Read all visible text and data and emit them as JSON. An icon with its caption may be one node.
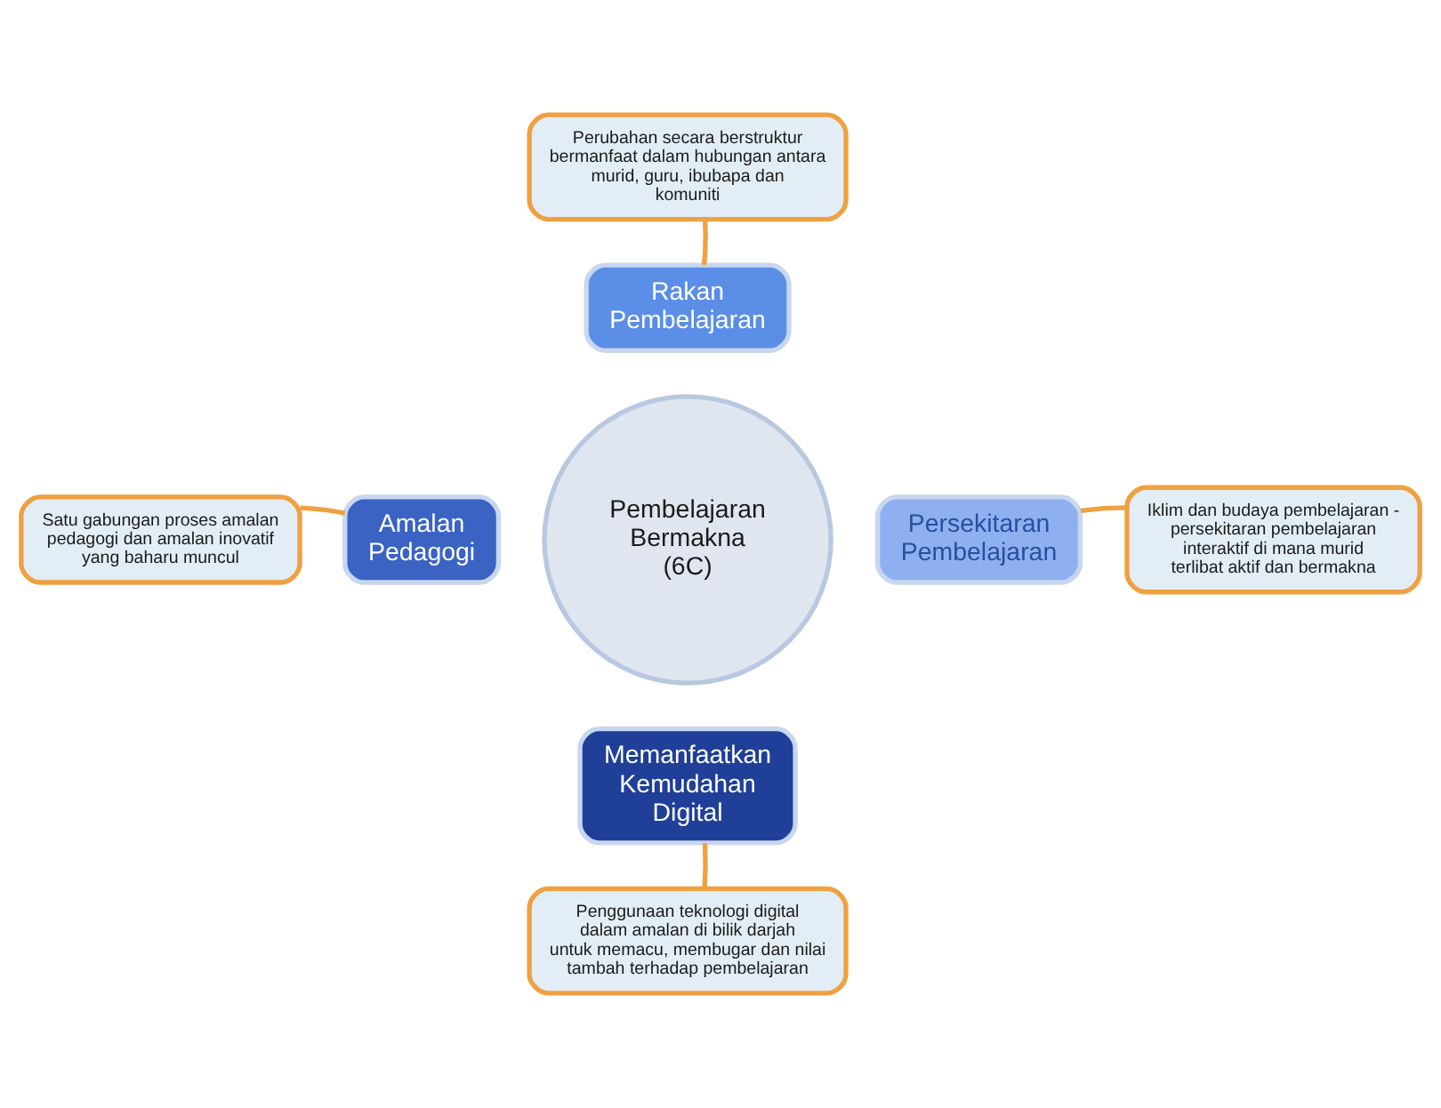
{
  "diagram": {
    "nodes": [
      {
        "text": [
          "Pembelajaran Bermakna (6C)"
        ]
      },
      {
        "text": [
          "Rakan Pembelajaran"
        ]
      },
      {
        "text": [
          "Persekitaran Pembelajaran"
        ]
      },
      {
        "text": [
          "Memanfaatkan Kemudahan Digital"
        ]
      },
      {
        "text": [
          "Amalan Pedagogi"
        ]
      },
      {
        "text": [
          "Perubahan secara berstruktur bermanfaat dalam hubungan antara murid, guru, ibubapa dan komuniti"
        ]
      },
      {
        "text": [
          "Iklim dan budaya pembelajaran - persekitaran pembelajaran interaktif di mana murid terlibat aktif dan bermakna"
        ]
      },
      {
        "text": [
          "Penggunaan teknologi digital dalam amalan di bilik darjah untuk memacu, membugar dan nilai tambah terhadap pembelajaran"
        ]
      },
      {
        "text": [
          "Satu gabungan proses amalan pedagogi dan amalan inovatif yang baharu muncul"
        ]
      }
    ],
    "edges": [
      {
        "from": 5,
        "to": 1,
        "arrow": "none"
      },
      {
        "from": 6,
        "to": 2,
        "arrow": "none"
      },
      {
        "from": 7,
        "to": 3,
        "arrow": "none"
      },
      {
        "from": 8,
        "to": 4,
        "arrow": "none"
      }
    ]
  }
}
